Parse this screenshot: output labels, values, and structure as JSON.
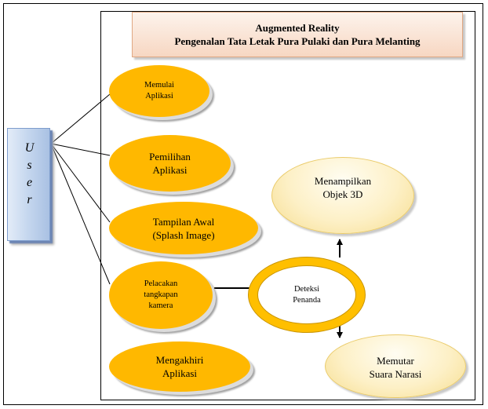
{
  "title": {
    "line1": "Augmented Reality",
    "line2": "Pengenalan Tata Letak Pura Pulaki dan Pura Melanting"
  },
  "actor": {
    "letters": [
      "U",
      "s",
      "e",
      "r"
    ]
  },
  "use_cases": {
    "start": [
      "Memulai",
      "Aplikasi"
    ],
    "select": [
      "Pemilihan",
      "Aplikasi"
    ],
    "splash": [
      "Tampilan Awal",
      "(Splash Image)"
    ],
    "tracking": [
      "Pelacakan",
      "tangkapan",
      "kamera"
    ],
    "exit": [
      "Mengakhiri",
      "Aplikasi"
    ]
  },
  "detection": [
    "Deteksi",
    "Penanda"
  ],
  "outcomes": {
    "object3d": [
      "Menampilkan",
      "Objek 3D"
    ],
    "narration": [
      "Memutar",
      "Suara Narasi"
    ]
  },
  "colors": {
    "usecase_fill": "#ffb800",
    "ring_fill": "#ffbf00",
    "title_fill": "#f7d7c2",
    "actor_fill": "#c4d6ee"
  }
}
